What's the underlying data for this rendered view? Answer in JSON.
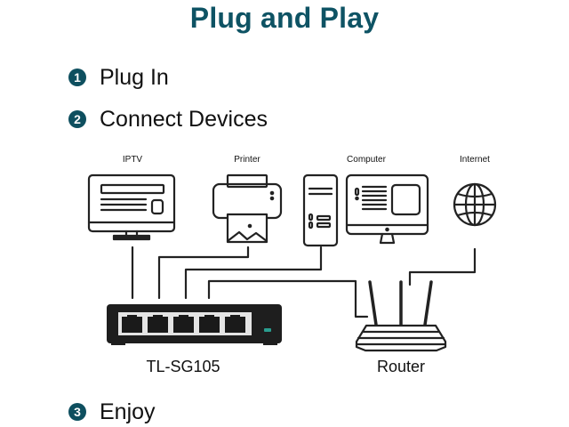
{
  "title": "Plug and Play",
  "steps": [
    {
      "number": "1",
      "label": "Plug In"
    },
    {
      "number": "2",
      "label": "Connect Devices"
    },
    {
      "number": "3",
      "label": "Enjoy"
    }
  ],
  "devices": {
    "iptv": "IPTV",
    "printer": "Printer",
    "computer": "Computer",
    "internet": "Internet"
  },
  "switch": {
    "model": "TL-SG105",
    "ports": 5,
    "led_color": "#2a9d8f"
  },
  "router": {
    "label": "Router"
  },
  "colors": {
    "accent": "#0e5364",
    "line": "#222222",
    "switch_body": "#1e1e1e"
  }
}
